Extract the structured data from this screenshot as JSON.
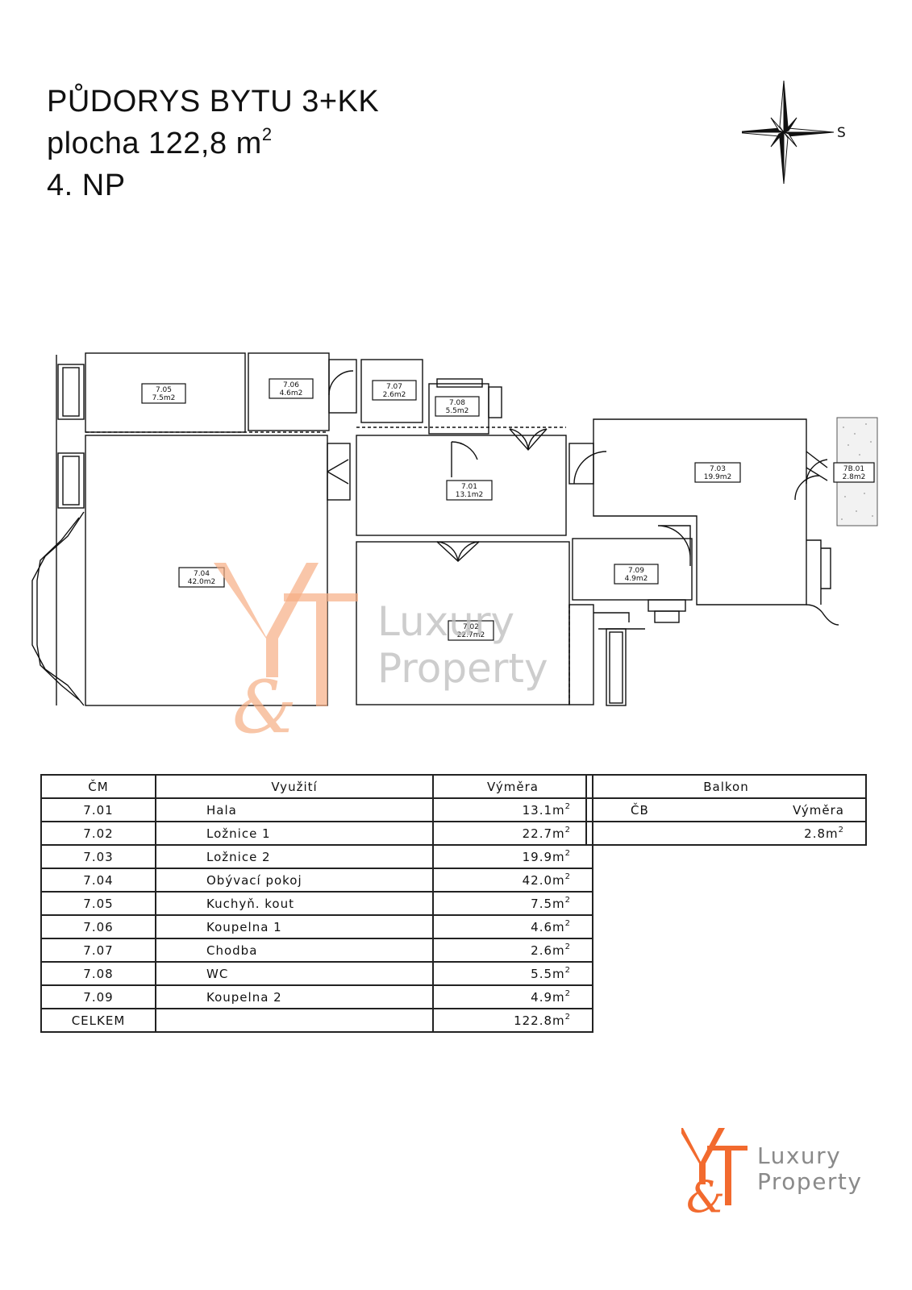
{
  "header": {
    "title_line1": "PŮDORYS  BYTU 3+KK",
    "title_line2": "plocha 122,8 m",
    "title_line2_sup": "2",
    "title_line3": "4. NP"
  },
  "compass": {
    "label": "S"
  },
  "plan": {
    "rooms": [
      {
        "id": "7.05",
        "area": "7.5m2"
      },
      {
        "id": "7.06",
        "area": "4.6m2"
      },
      {
        "id": "7.07",
        "area": "2.6m2"
      },
      {
        "id": "7.08",
        "area": "5.5m2"
      },
      {
        "id": "7.01",
        "area": "13.1m2"
      },
      {
        "id": "7.03",
        "area": "19.9m2"
      },
      {
        "id": "7B.01",
        "area": "2.8m2"
      },
      {
        "id": "7.04",
        "area": "42.0m2"
      },
      {
        "id": "7.09",
        "area": "4.9m2"
      },
      {
        "id": "7.02",
        "area": "22.7m2"
      }
    ],
    "watermark": {
      "word1": "Luxury",
      "word2": "Property"
    }
  },
  "rooms_table": {
    "headers": {
      "number": "ČM",
      "use": "Využití",
      "area": "Výměra"
    },
    "rows": [
      {
        "number": "7.01",
        "use": "Hala",
        "area": "13.1m"
      },
      {
        "number": "7.02",
        "use": "Ložnice  1",
        "area": "22.7m"
      },
      {
        "number": "7.03",
        "use": "Ložnice  2",
        "area": "19.9m"
      },
      {
        "number": "7.04",
        "use": "Obývací  pokoj",
        "area": "42.0m"
      },
      {
        "number": "7.05",
        "use": "Kuchyň.  kout",
        "area": "7.5m"
      },
      {
        "number": "7.06",
        "use": "Koupelna  1",
        "area": "4.6m"
      },
      {
        "number": "7.07",
        "use": "Chodba",
        "area": "2.6m"
      },
      {
        "number": "7.08",
        "use": "WC",
        "area": "5.5m"
      },
      {
        "number": "7.09",
        "use": "Koupelna  2",
        "area": "4.9m"
      }
    ],
    "total": {
      "label": "CELKEM",
      "area": "122.8m"
    },
    "unit_sup": "2"
  },
  "balcony_table": {
    "title": "Balkon",
    "col_number": "ČB",
    "col_area": "Výměra",
    "value": "2.8m",
    "unit_sup": "2"
  },
  "logo": {
    "line1": "Luxury",
    "line2": "Property"
  },
  "colors": {
    "brand_orange": "#f26a2e",
    "brand_grey": "#8a8a8a",
    "line": "#111111"
  }
}
